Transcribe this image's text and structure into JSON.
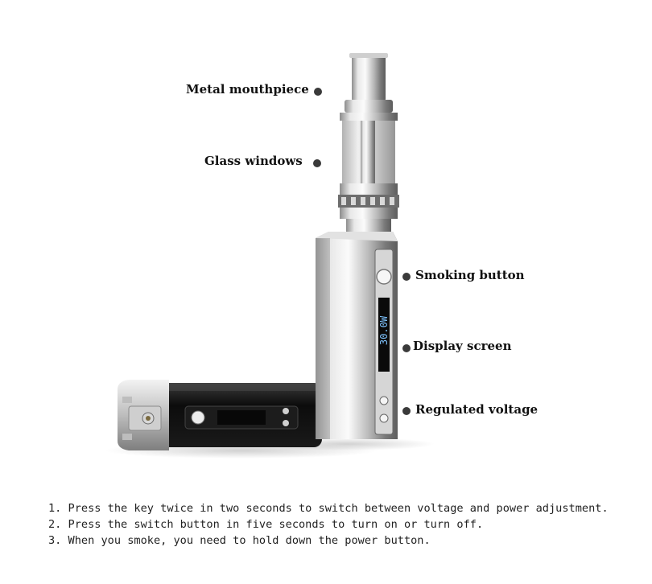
{
  "labels": {
    "metal_mouthpiece": "Metal mouthpiece",
    "glass_windows": "Glass windows",
    "smoking_button": "Smoking button",
    "display_screen": "Display screen",
    "regulated_voltage": "Regulated voltage"
  },
  "device": {
    "screen_reading": "30.0W"
  },
  "instructions": [
    "1. Press the key twice in two seconds to switch between voltage and power adjustment.",
    "2. Press the switch button in five seconds to turn on or turn off.",
    "3. When you smoke, you need to hold down the power button."
  ],
  "colors": {
    "background": "#ffffff",
    "dot": "#3a3a3a",
    "text": "#111111"
  }
}
